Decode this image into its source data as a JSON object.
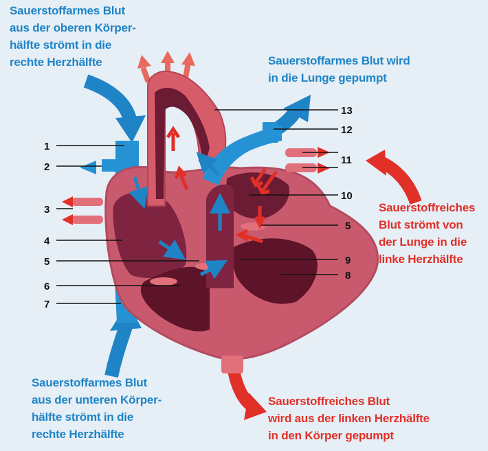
{
  "captions": {
    "top_left": "Sauerstoffarmes Blut\naus der oberen Körper-\nhälfte strömt in die\nrechte Herzhälfte",
    "top_right": "Sauerstoffarmes Blut wird\nin die Lunge gepumpt",
    "right": "Sauerstoffreiches\nBlut strömt von\nder Lunge in die\nlinke Herzhälfte",
    "bottom_left": "Sauerstoffarmes Blut\naus der unteren Körper-\nhälfte strömt in die\nrechte Herzhälfte",
    "bottom_right": "Sauerstoffreiches Blut\nwird aus der linken Herzhälfte\nin den Körper gepumpt"
  },
  "labels": {
    "l1": "1",
    "l2": "2",
    "l3": "3",
    "l4": "4",
    "l5a": "5",
    "l6": "6",
    "l7": "7",
    "r13": "13",
    "r12": "12",
    "r11": "11",
    "r10": "10",
    "r5b": "5",
    "r9": "9",
    "r8": "8"
  },
  "colors": {
    "oxygen_poor": "#1e84c6",
    "oxygen_rich": "#e03027",
    "heart_tissue": "#c95a6e",
    "chamber": "#6b1b33",
    "background": "#e6eef6"
  }
}
